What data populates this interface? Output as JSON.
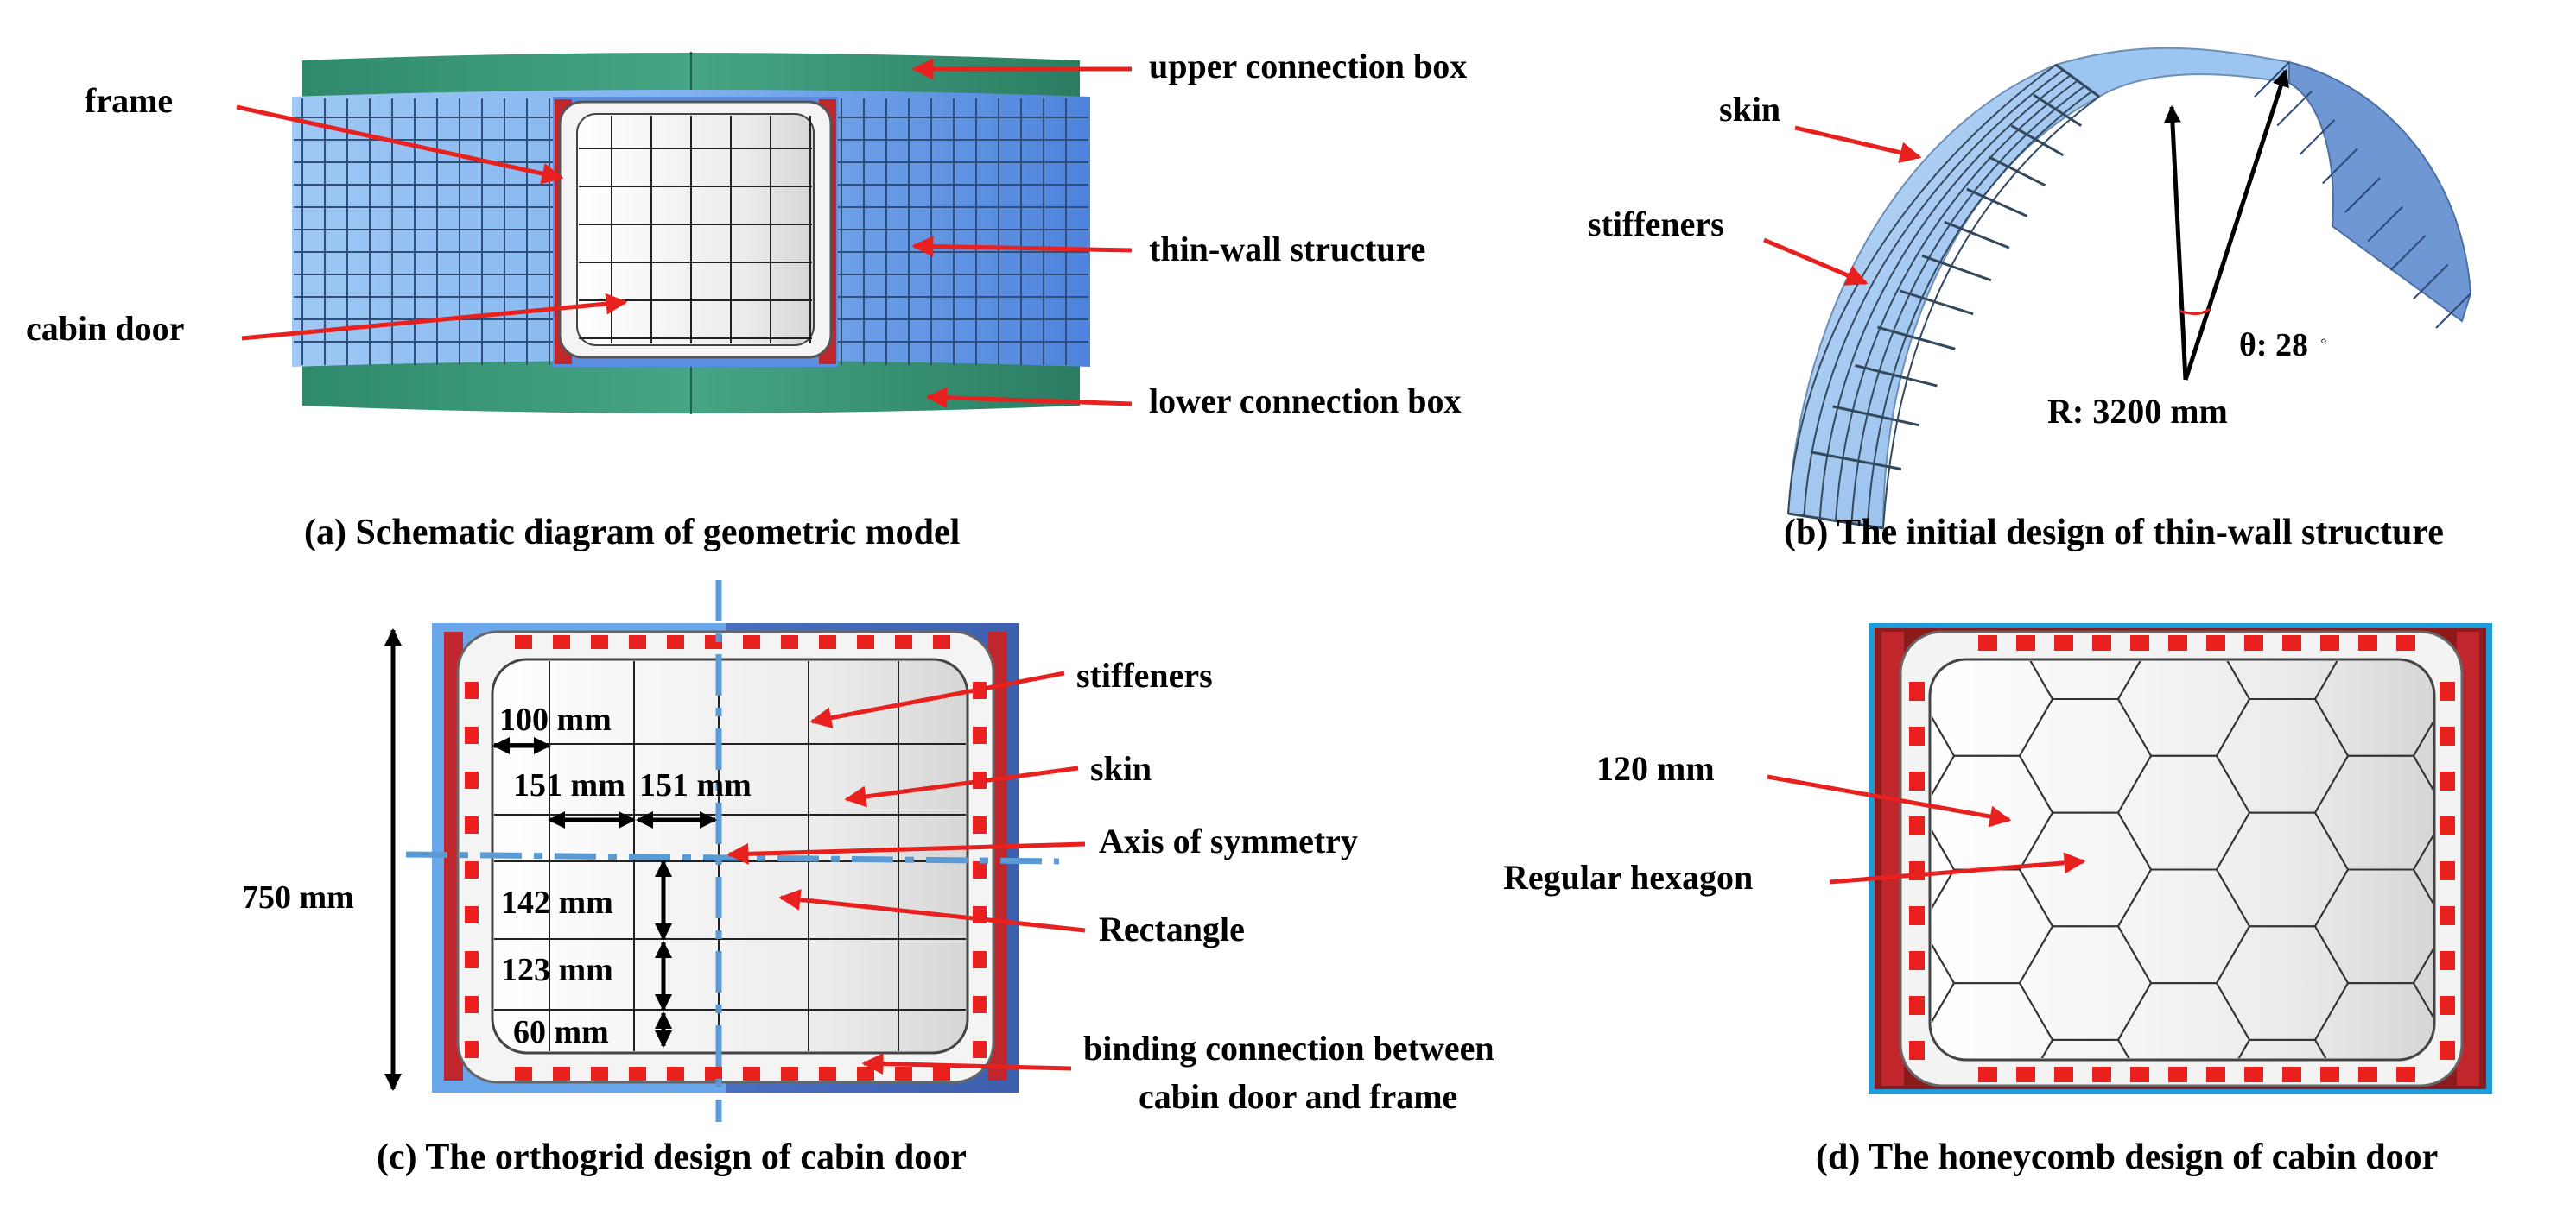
{
  "panel_a": {
    "caption": "(a) Schematic diagram of geometric model",
    "labels": {
      "frame": "frame",
      "cabin_door": "cabin door",
      "upper_box": "upper connection box",
      "thin_wall": "thin-wall structure",
      "lower_box": "lower connection box"
    }
  },
  "panel_b": {
    "caption": "(b) The initial design of thin-wall structure",
    "labels": {
      "skin": "skin",
      "stiffeners": "stiffeners",
      "theta": "θ: 28",
      "degree": "◦",
      "radius": "R: 3200 mm"
    }
  },
  "panel_c": {
    "caption": "(c) The orthogrid design of cabin door",
    "labels": {
      "stiffeners": "stiffeners",
      "skin": "skin",
      "axis": "Axis of symmetry",
      "rectangle": "Rectangle",
      "binding_line1": "binding connection between",
      "binding_line2": "cabin door and frame"
    },
    "dims": {
      "height": "750 mm",
      "d100": "100 mm",
      "d151a": "151 mm",
      "d151b": "151 mm",
      "d142": "142 mm",
      "d123": "123 mm",
      "d60": "60 mm"
    }
  },
  "panel_d": {
    "caption": "(d) The honeycomb design of cabin door",
    "labels": {
      "size": "120 mm",
      "hexagon": "Regular hexagon"
    }
  },
  "colors": {
    "box_green": "#3a9a7c",
    "wall_blue": "#7fb2ee",
    "wall_blue_dark": "#4f83dc",
    "frame_red": "#c0262c",
    "door_gray": "#ebebeb",
    "arrow_red": "#e8201e",
    "axis_blue": "#5b9bd5",
    "border_blue": "#1e9bd8"
  }
}
